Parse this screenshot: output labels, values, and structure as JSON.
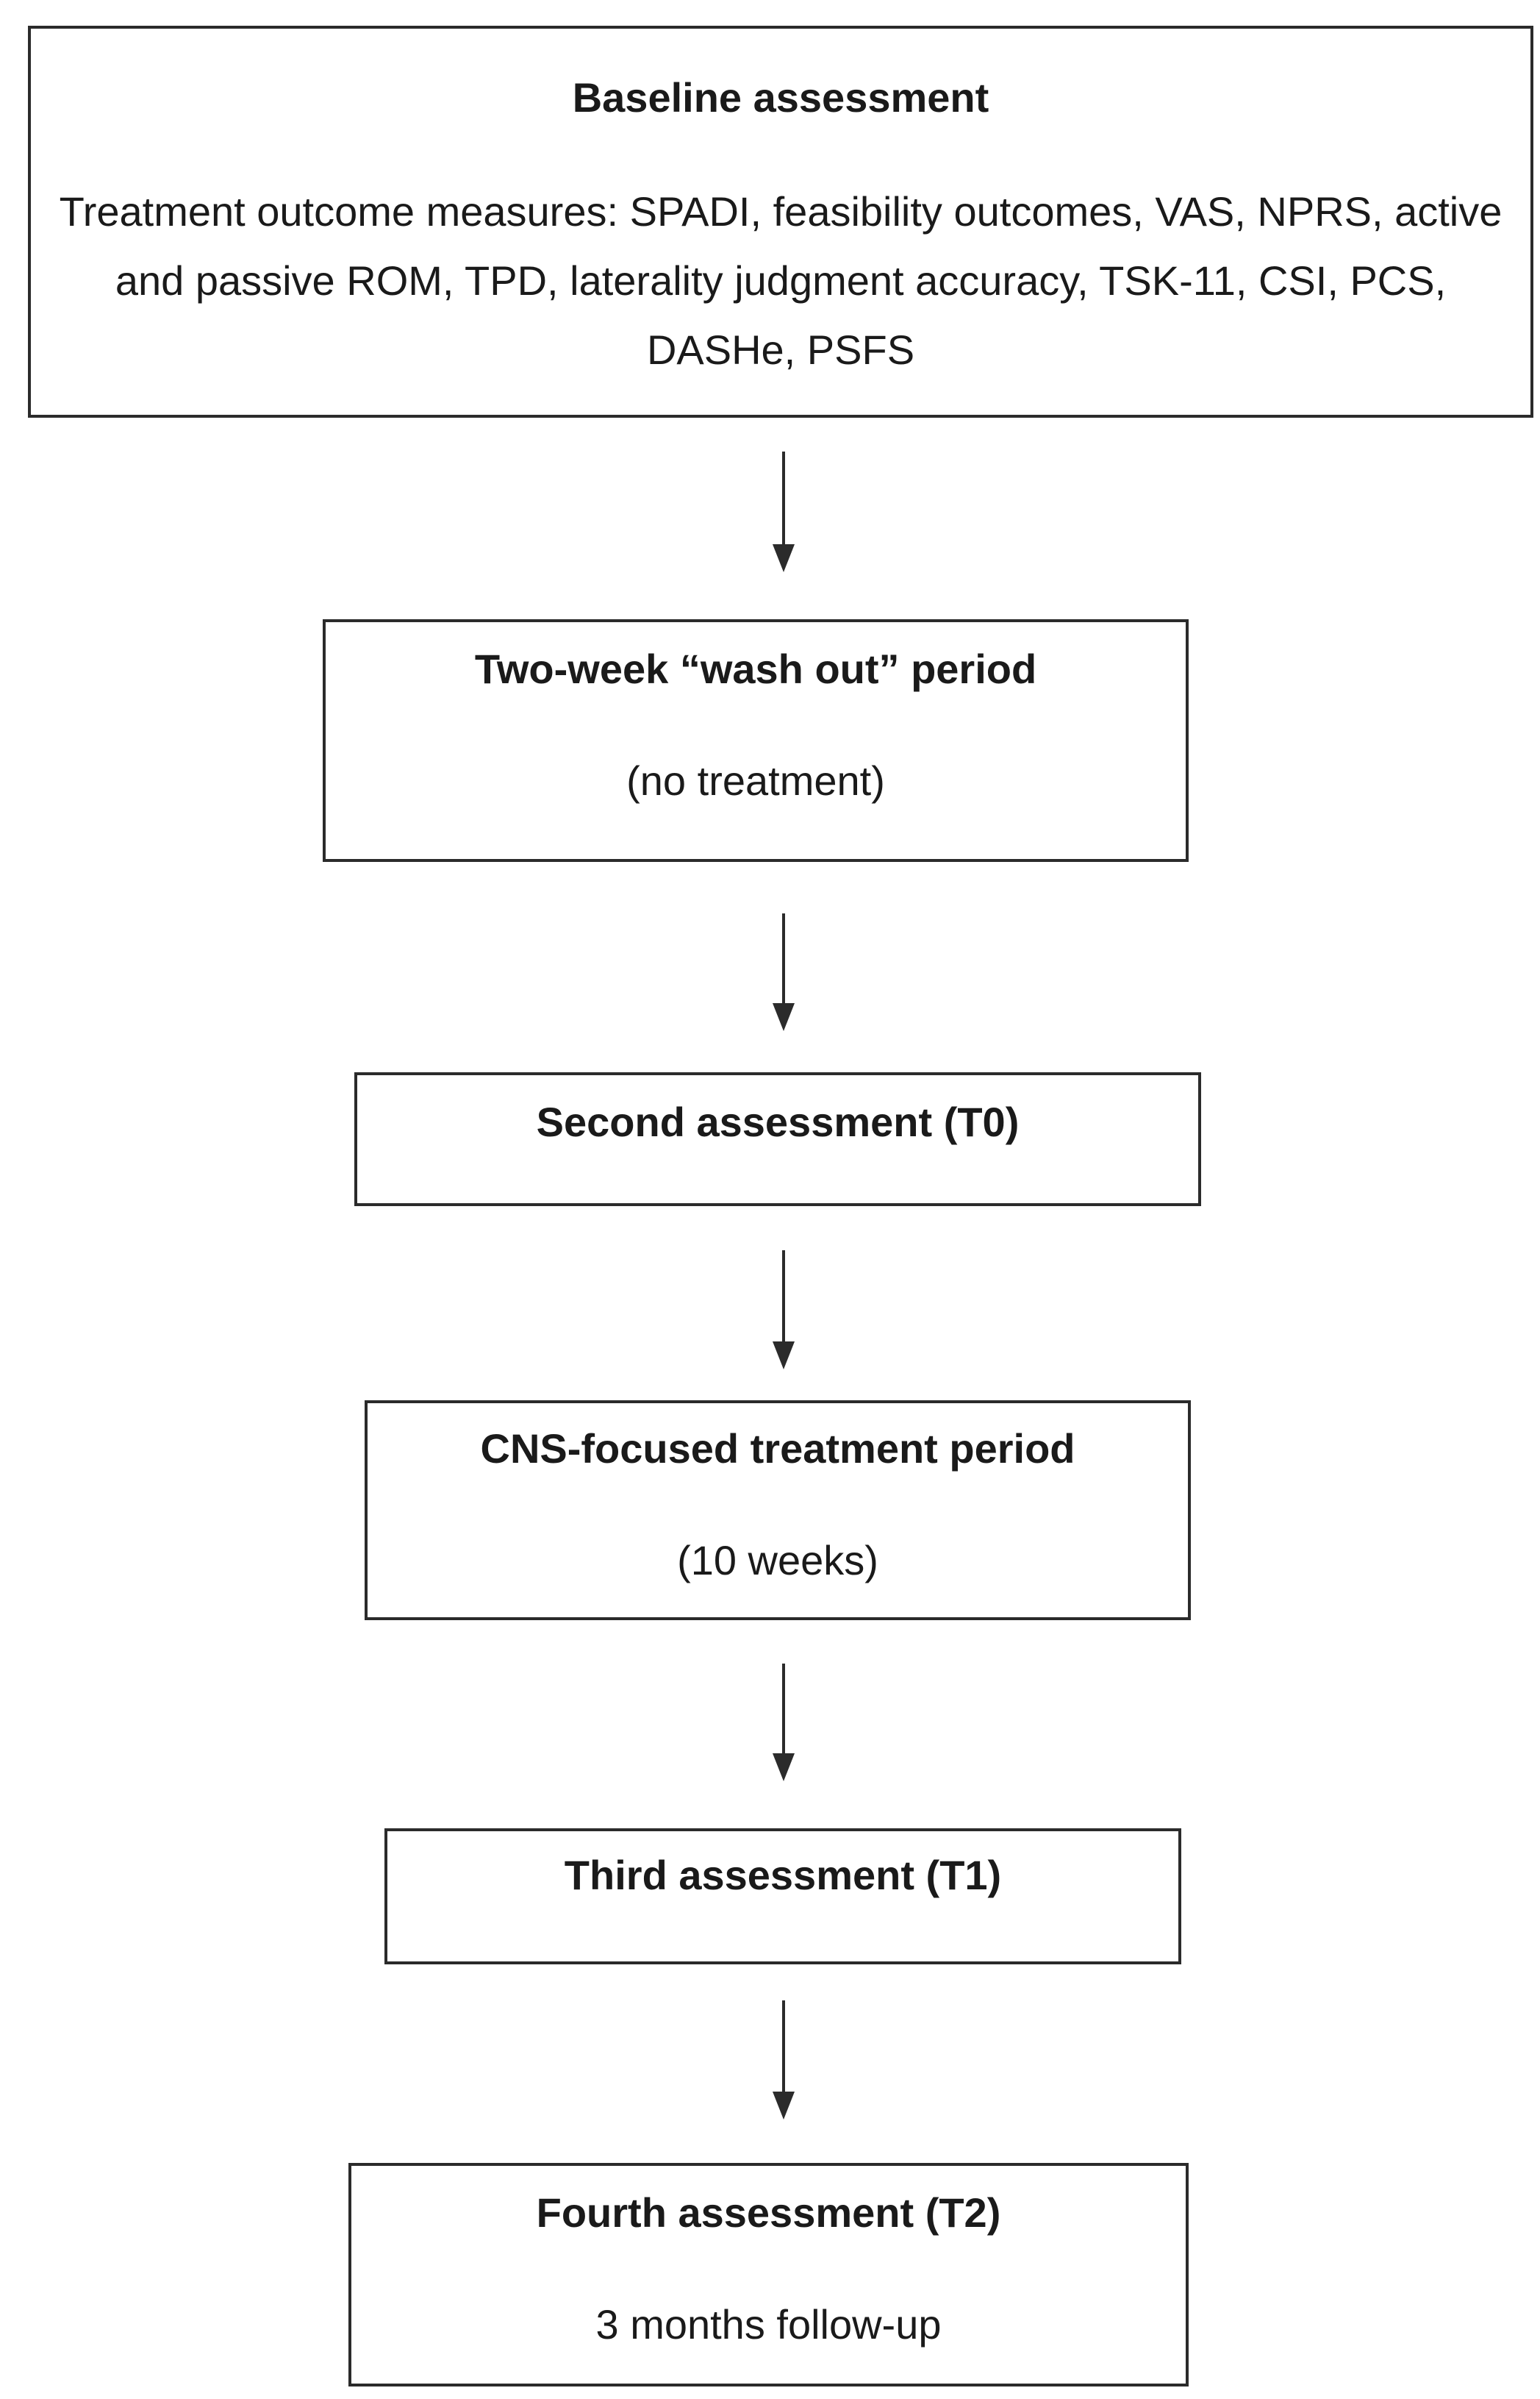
{
  "boxes": {
    "baseline": {
      "title": "Baseline assessment",
      "text": "Treatment outcome measures: SPADI, feasibility outcomes, VAS, NPRS, active and passive ROM, TPD, laterality judgment accuracy, TSK-11, CSI, PCS, DASHe, PSFS"
    },
    "washout": {
      "title": "Two-week “wash out” period",
      "subtitle": "(no treatment)"
    },
    "second": {
      "title": "Second assessment (T0)"
    },
    "treatment": {
      "title": "CNS-focused treatment period",
      "subtitle": "(10 weeks)"
    },
    "third": {
      "title": "Third assessment (T1)"
    },
    "fourth": {
      "title": "Fourth assessment (T2)",
      "subtitle": "3 months follow-up"
    }
  }
}
